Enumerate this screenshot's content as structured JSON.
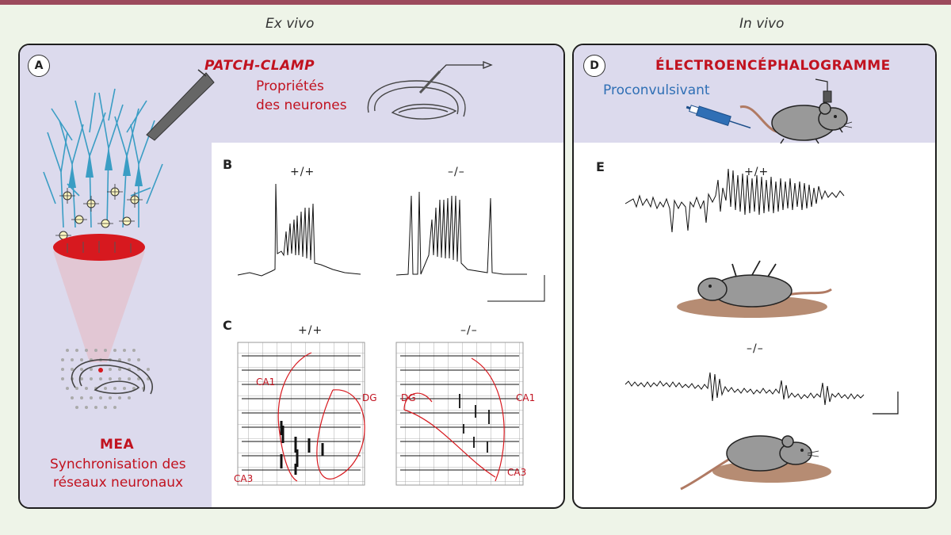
{
  "sections": {
    "left": "Ex vivo",
    "right": "In vivo"
  },
  "panel_a": {
    "letter": "A",
    "patch_title": "PATCH-CLAMP",
    "patch_sub_1": "Propriétés",
    "patch_sub_2": "des neurones",
    "mea_title": "MEA",
    "mea_sub_1": "Synchronisation des",
    "mea_sub_2": "réseaux neuronaux"
  },
  "panel_b": {
    "letter": "B",
    "geno_wt": "+/+",
    "geno_ko": "–/–"
  },
  "panel_c": {
    "letter": "C",
    "geno_wt": "+/+",
    "geno_ko": "–/–",
    "ca1": "CA1",
    "ca3": "CA3",
    "dg": "DG"
  },
  "panel_d": {
    "letter": "D",
    "title": "ÉLECTROENCÉPHALOGRAMME",
    "proconv": "Proconvulsivant"
  },
  "panel_e": {
    "letter": "E",
    "geno_wt": "+/+",
    "geno_ko": "–/–"
  },
  "colors": {
    "accent_red": "#c1121f",
    "blue": "#2f6fb5",
    "band": "#dcdaed",
    "neuron_blue": "#3a9dc4",
    "top_bar": "#9c4a5c"
  }
}
